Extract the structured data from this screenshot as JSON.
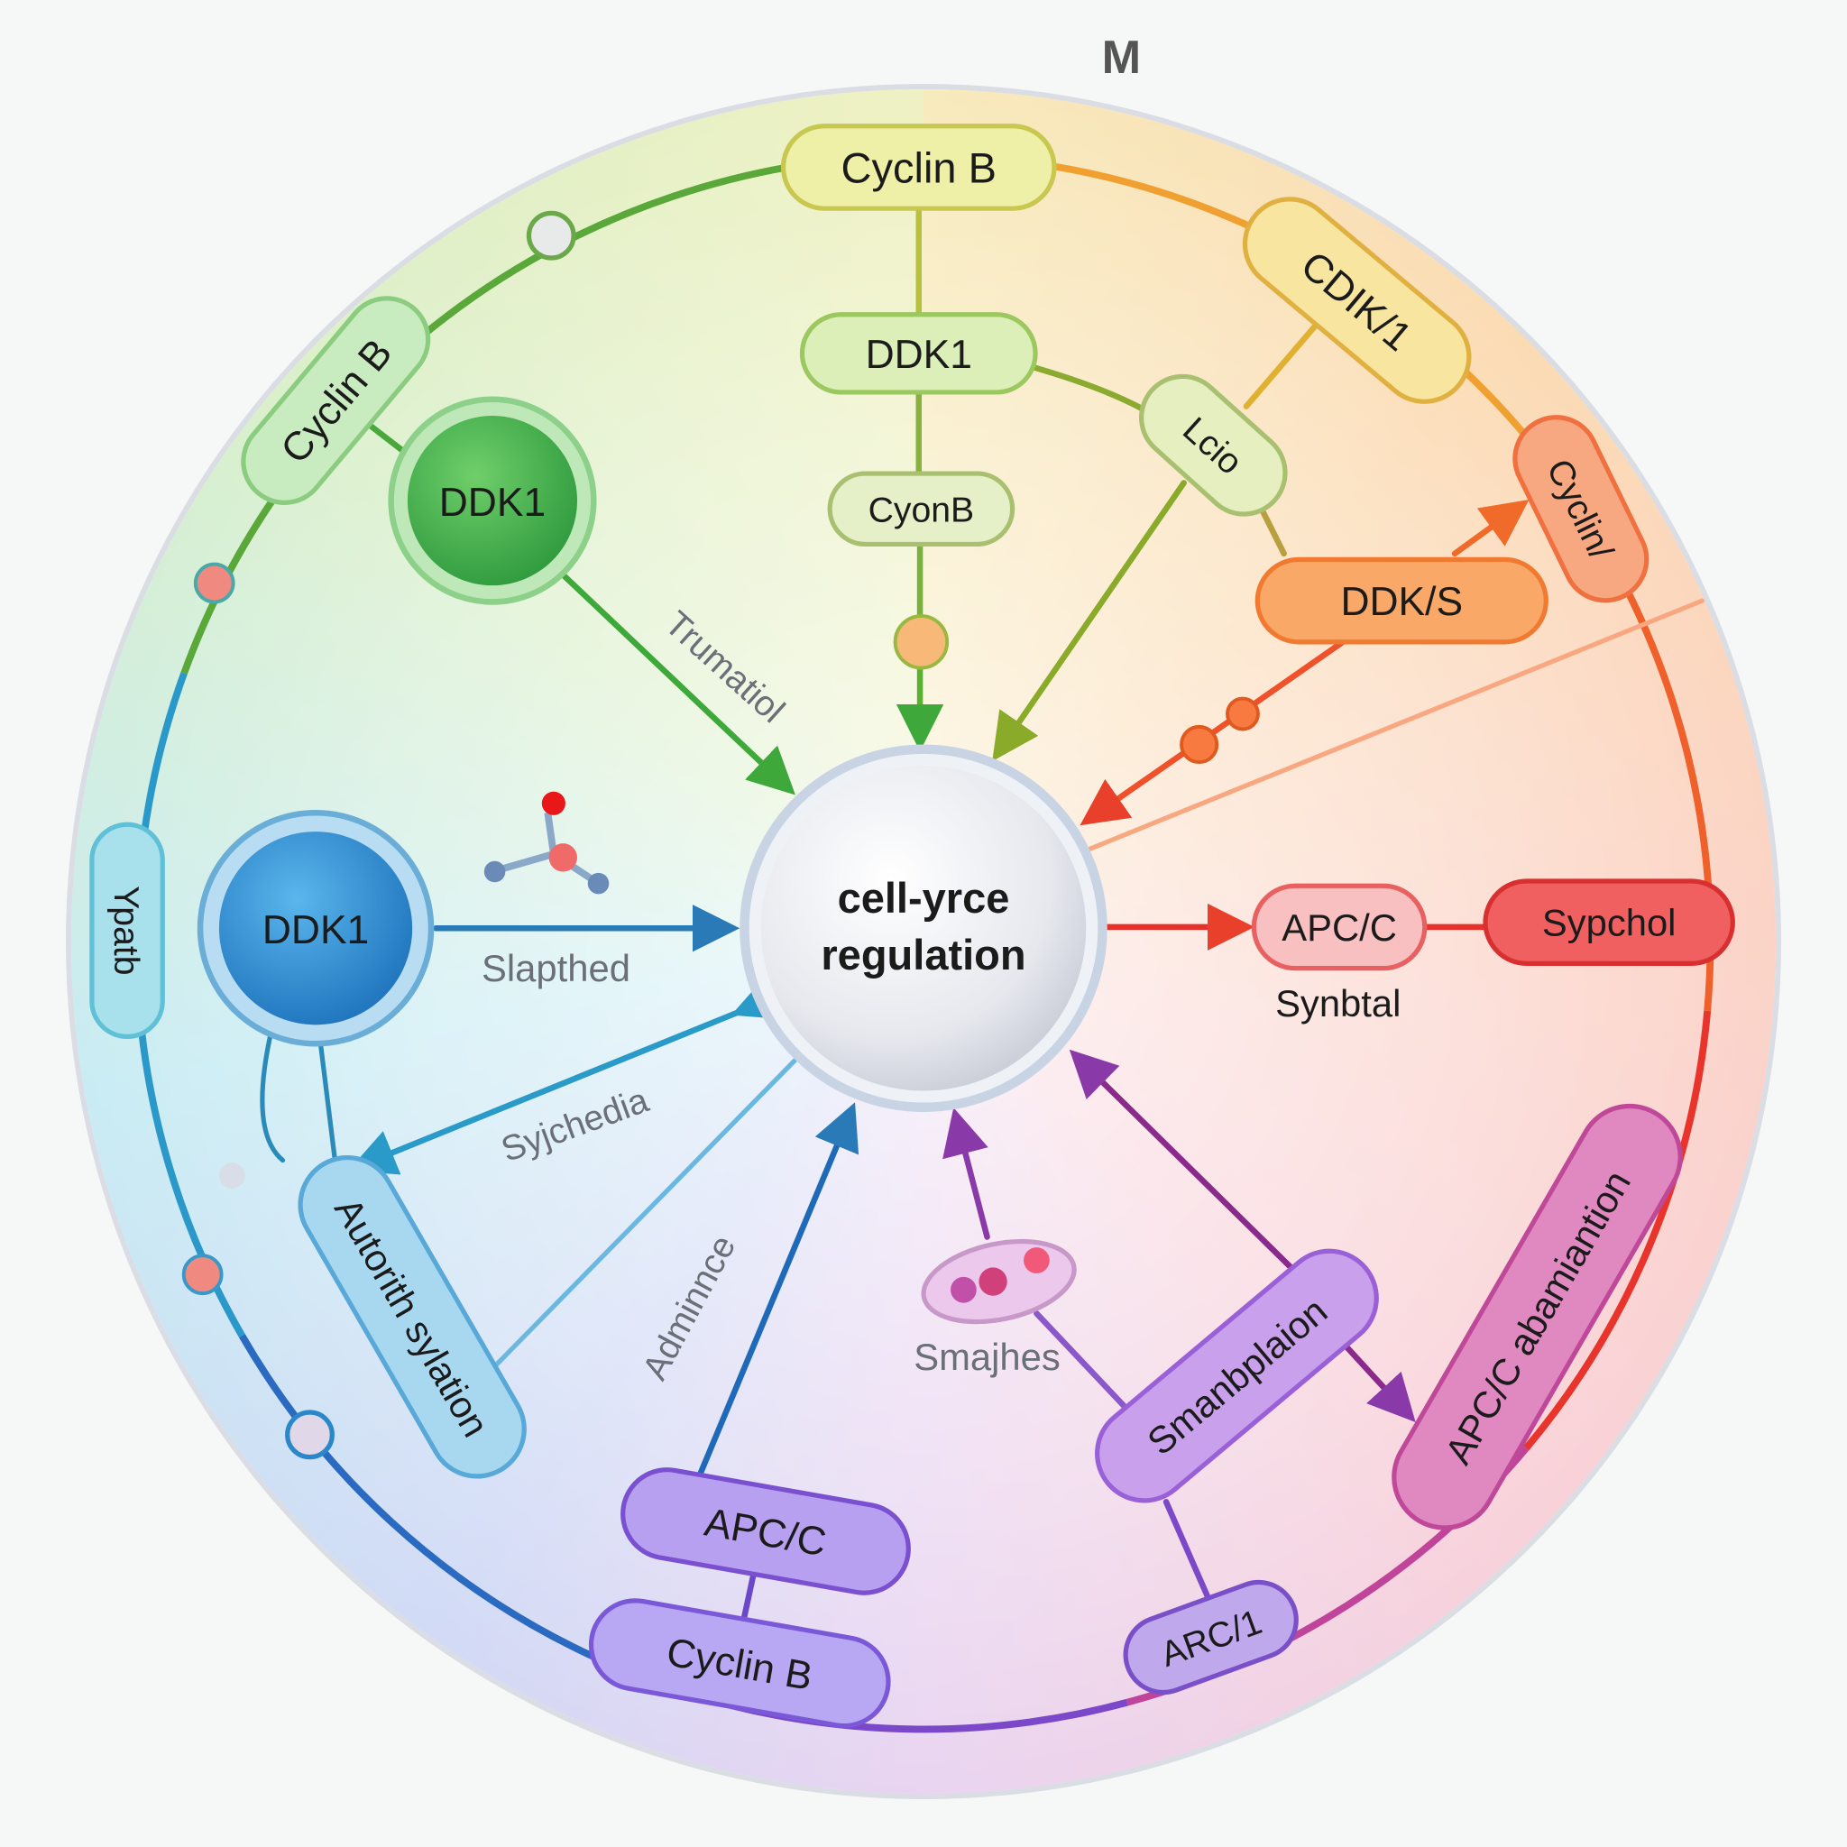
{
  "phase_label": "M",
  "center": {
    "line1": "cell-yrce",
    "line2": "regulation"
  },
  "nodes": {
    "cyclin_b_top": "Cyclin B",
    "ddk1_top": "DDK1",
    "cyonb": "CyonB",
    "cdk1": "CDIK/1",
    "lcio": "Lcio",
    "ddks": "DDK/S",
    "cyclin_right": "Cyclin/",
    "cyclin_b_left": "Cyclin B",
    "ddk1_green": "DDK1",
    "ypatb": "Ypatb",
    "ddk1_blue": "DDK1",
    "apcc_right": "APC/C",
    "sypchol": "Sypchol",
    "autorith": "Autorith sylation",
    "apcc_bottom": "APC/C",
    "cyclin_b_bottom": "Cyclin B",
    "smanbplaion": "Smanbplaion",
    "apcc_abamiantion": "APC/C abamiantion",
    "arc1": "ARC/1"
  },
  "edge_labels": {
    "trumatiol": "Trumatiol",
    "slapthed": "Slapthed",
    "syjchedia": "Syjchedia",
    "adminnce": "Adminnce",
    "smajhes": "Smajhes",
    "synbtal": "Synbtal"
  },
  "colors": {
    "green": "#4aa83a",
    "yellow": "#d8c840",
    "orange": "#f08a2a",
    "red": "#e8342a",
    "magenta": "#c0449a",
    "purple": "#7a48c8",
    "blue": "#2a78c0",
    "cyan": "#3aa8c8"
  }
}
